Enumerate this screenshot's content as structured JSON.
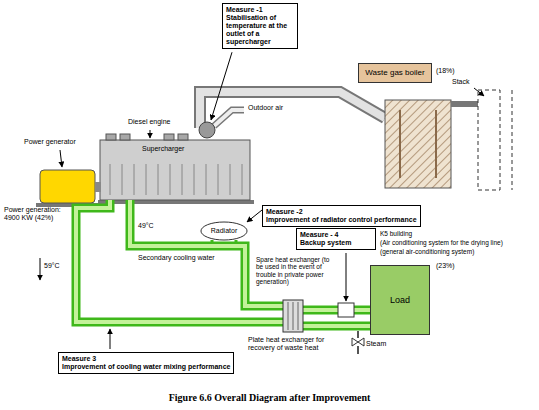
{
  "diagram": {
    "caption": "Figure 6.6 Overall Diagram after Improvement",
    "nodes": [
      {
        "text": [
          "Measure -1",
          "Stabilisation of temperature at the outlet of a supercharger"
        ]
      },
      {
        "text": [
          "Waste gas boiler"
        ]
      },
      {
        "text": [
          "Measure -2",
          "Improvement of radiator control performance"
        ]
      },
      {
        "text": [
          "Radiator"
        ]
      },
      {
        "text": [
          "Measure - 4",
          "Backup system"
        ]
      },
      {
        "text": [
          "Load"
        ]
      },
      {
        "text": [
          "Measure 3",
          "Improvement of cooling water mixing performance"
        ]
      }
    ],
    "labels": [
      "(18%)",
      "Stack",
      "Outdoor air",
      "Diesel engine",
      "Supercharger",
      "Power generator",
      "Power generation: 4900 KW (42%)",
      "K5 building",
      "(Air conditioning system for the drying line)",
      "(general air-conditioning system)",
      "Spare heat exchanger (to be used in the event of trouble in private power generation)",
      "59°C",
      "49°C",
      "Secondary cooling water",
      "(23%)",
      "Plate heat exchanger for recovery of waste heat",
      "Steam"
    ]
  }
}
